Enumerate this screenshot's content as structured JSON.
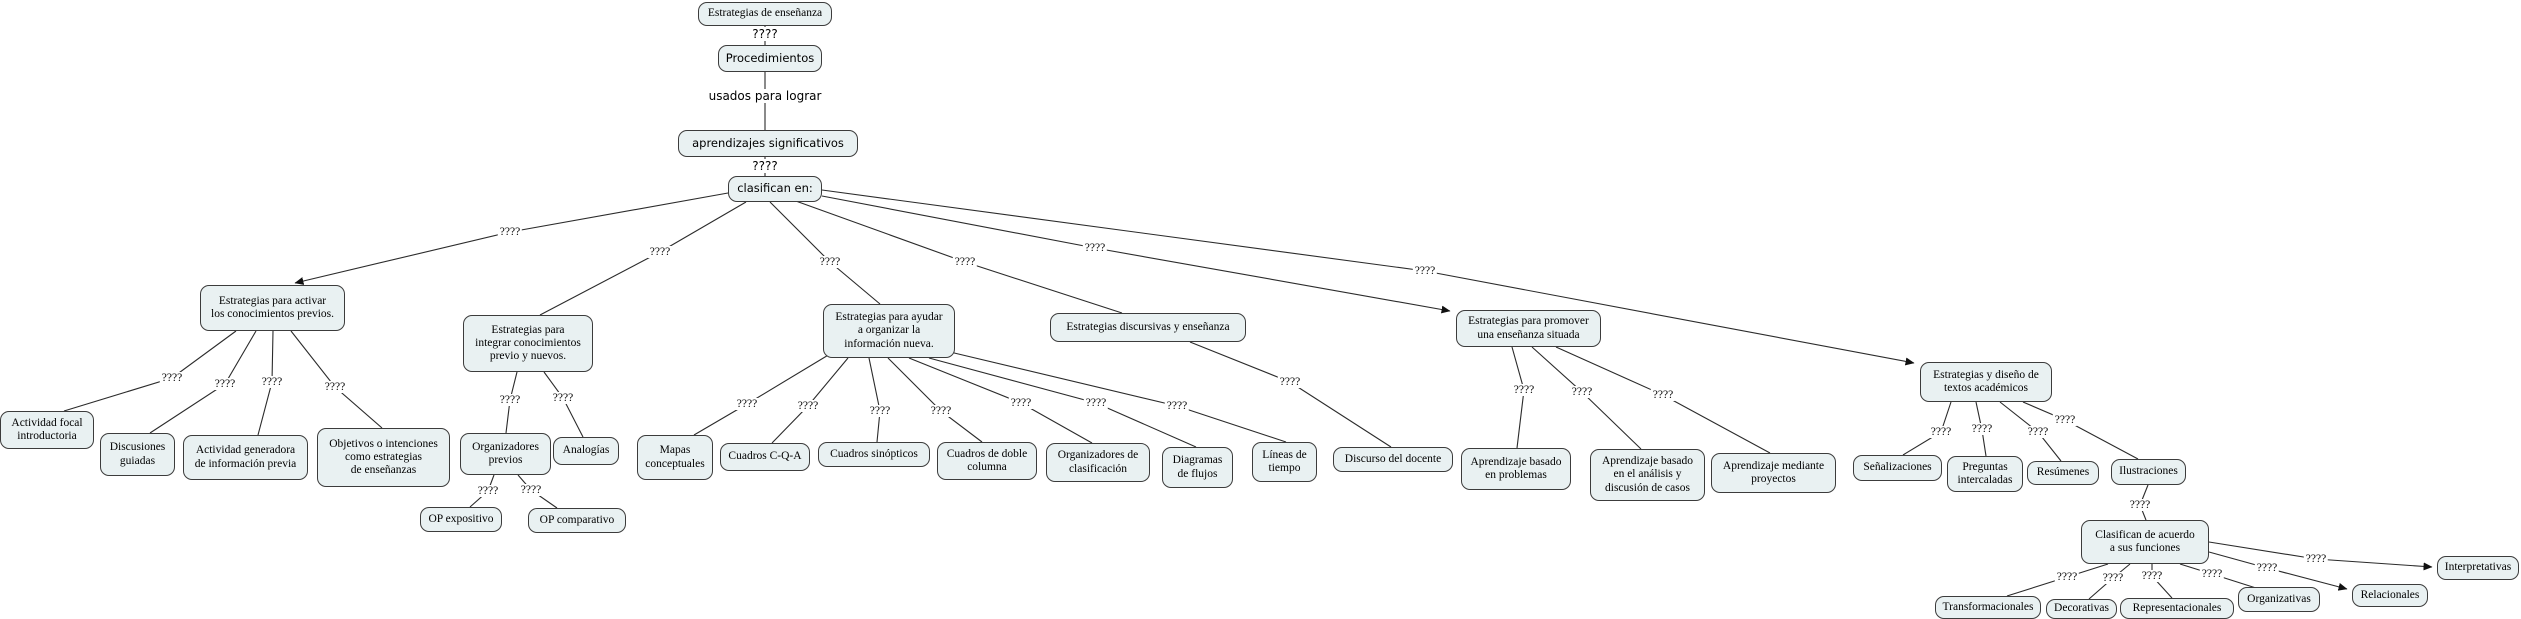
{
  "edge_labels": {
    "unknown": "????",
    "usados_para_lograr": "usados para lograr"
  },
  "nodes": {
    "root": {
      "label": "Estrategias de enseñanza"
    },
    "procedimientos": {
      "label": "Procedimientos"
    },
    "aprendizajes": {
      "label": "aprendizajes significativos"
    },
    "clasifican": {
      "label": "clasifican en:"
    },
    "activar": {
      "label": "Estrategias para activar\nlos conocimientos previos."
    },
    "integrar": {
      "label": "Estrategias para\nintegrar conocimientos\nprevio y nuevos."
    },
    "ayudar": {
      "label": "Estrategias para ayudar\na organizar la\ninformación nueva."
    },
    "discursivas": {
      "label": "Estrategias discursivas y enseñanza"
    },
    "promover": {
      "label": "Estrategias para promover\nuna enseñanza situada"
    },
    "textos": {
      "label": "Estrategias y diseño de\ntextos académicos"
    },
    "actividad_focal": {
      "label": "Actividad focal\nintroductoria"
    },
    "discusiones_guiadas": {
      "label": "Discusiones\nguiadas"
    },
    "actividad_generadora": {
      "label": "Actividad generadora\nde información previa"
    },
    "objetivos": {
      "label": "Objetivos o intenciones\ncomo estrategias\nde enseñanzas"
    },
    "organizadores_previos": {
      "label": "Organizadores\nprevios"
    },
    "analogias": {
      "label": "Analogías"
    },
    "op_expositivo": {
      "label": "OP expositivo"
    },
    "op_comparativo": {
      "label": "OP comparativo"
    },
    "mapas_conceptuales": {
      "label": "Mapas\nconceptuales"
    },
    "cuadros_cqa": {
      "label": "Cuadros C-Q-A"
    },
    "cuadros_sinopticos": {
      "label": "Cuadros sinópticos"
    },
    "cuadros_doble_columna": {
      "label": "Cuadros de doble\ncolumna"
    },
    "organizadores_clasificacion": {
      "label": "Organizadores de\nclasificación"
    },
    "diagramas_flujos": {
      "label": "Diagramas\nde flujos"
    },
    "lineas_tiempo": {
      "label": "Líneas de\ntiempo"
    },
    "discurso_docente": {
      "label": "Discurso del docente"
    },
    "aprendizaje_problemas": {
      "label": "Aprendizaje basado\nen problemas"
    },
    "aprendizaje_casos": {
      "label": "Aprendizaje basado\nen el análisis y\ndiscusión de casos"
    },
    "aprendizaje_proyectos": {
      "label": "Aprendizaje mediante\nproyectos"
    },
    "senalizaciones": {
      "label": "Señalizaciones"
    },
    "preguntas_intercaladas": {
      "label": "Preguntas\nintercaladas"
    },
    "resumenes": {
      "label": "Resúmenes"
    },
    "ilustraciones": {
      "label": "Ilustraciones"
    },
    "clasifican_funciones": {
      "label": "Clasifican de acuerdo\na sus funciones"
    },
    "transformacionales": {
      "label": "Transformacionales"
    },
    "decorativas": {
      "label": "Decorativas"
    },
    "representacionales": {
      "label": "Representacionales"
    },
    "organizativas": {
      "label": "Organizativas"
    },
    "relacionales": {
      "label": "Relacionales"
    },
    "interpretativas": {
      "label": "Interpretativas"
    }
  },
  "colors": {
    "node_fill": "#e9f1f2",
    "node_border": "#3c3c3c",
    "line": "#2b2b2b",
    "background": "#ffffff"
  }
}
